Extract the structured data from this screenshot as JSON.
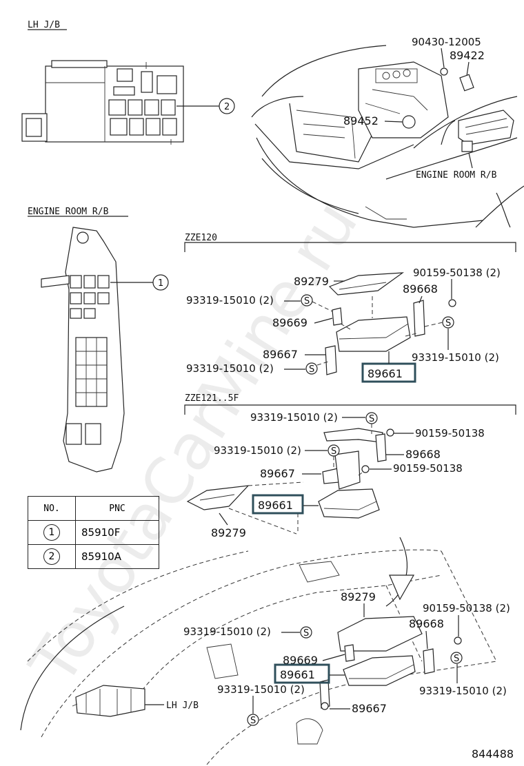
{
  "labels": {
    "lh_jb_top": "LH J/B",
    "engine_room_rb_title": "ENGINE ROOM R/B",
    "engine_room_rb_car": "ENGINE ROOM R/B",
    "zze120": "ZZE120",
    "zze121": "ZZE121..5F",
    "lh_jb_bottom": "LH J/B",
    "diagram_id": "844488",
    "watermark": "ToyotaCarMine.ru",
    "callout_1": "1",
    "callout_2": "2"
  },
  "parts_top": {
    "p90430": "90430-12005",
    "p89422": "89422",
    "p89452": "89452"
  },
  "parts_zze120": {
    "p89279": "89279",
    "p90159": "90159-50138 (2)",
    "p89668": "89668",
    "p93319_a": "93319-15010 (2)",
    "p89669": "89669",
    "p89667": "89667",
    "p93319_b": "93319-15010 (2)",
    "p93319_c": "93319-15010 (2)",
    "p89661": "89661"
  },
  "parts_zze121": {
    "p93319_a": "93319-15010 (2)",
    "p90159_a": "90159-50138",
    "p93319_b": "93319-15010 (2)",
    "p89668": "89668",
    "p89667": "89667",
    "p90159_b": "90159-50138",
    "p89661": "89661",
    "p89279": "89279"
  },
  "parts_dash": {
    "p89279": "89279",
    "p90159": "90159-50138 (2)",
    "p89668": "89668",
    "p93319_a": "93319-15010 (2)",
    "p89669": "89669",
    "p89661": "89661",
    "p93319_b": "93319-15010 (2)",
    "p93319_c": "93319-15010 (2)",
    "p89667": "89667"
  },
  "pnc_table": {
    "header_no": "NO.",
    "header_pnc": "PNC",
    "rows": [
      {
        "no": "1",
        "pnc": "85910F"
      },
      {
        "no": "2",
        "pnc": "85910A"
      }
    ]
  }
}
